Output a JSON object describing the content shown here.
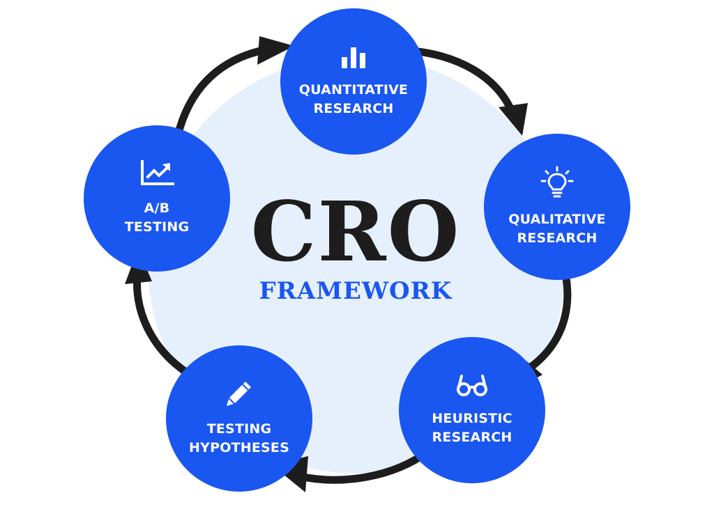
{
  "colors": {
    "node_fill": "#1a56f0",
    "center_fill": "#e6f0fc",
    "arrow": "#1d1d1d",
    "title": "#1d1d1d",
    "subtitle": "#1a56f0"
  },
  "center": {
    "title": "CRO",
    "subtitle": "FRAMEWORK"
  },
  "steps": [
    {
      "icon": "bar-chart-icon",
      "label_lines": [
        "QUANTITATIVE",
        "RESEARCH"
      ]
    },
    {
      "icon": "lightbulb-icon",
      "label_lines": [
        "QUALITATIVE",
        "RESEARCH"
      ]
    },
    {
      "icon": "glasses-icon",
      "label_lines": [
        "HEURISTIC",
        "RESEARCH"
      ]
    },
    {
      "icon": "pencil-icon",
      "label_lines": [
        "TESTING",
        "HYPOTHESES"
      ]
    },
    {
      "icon": "trend-chart-icon",
      "label_lines": [
        "A/B",
        "TESTING"
      ]
    }
  ],
  "flow": "clockwise"
}
